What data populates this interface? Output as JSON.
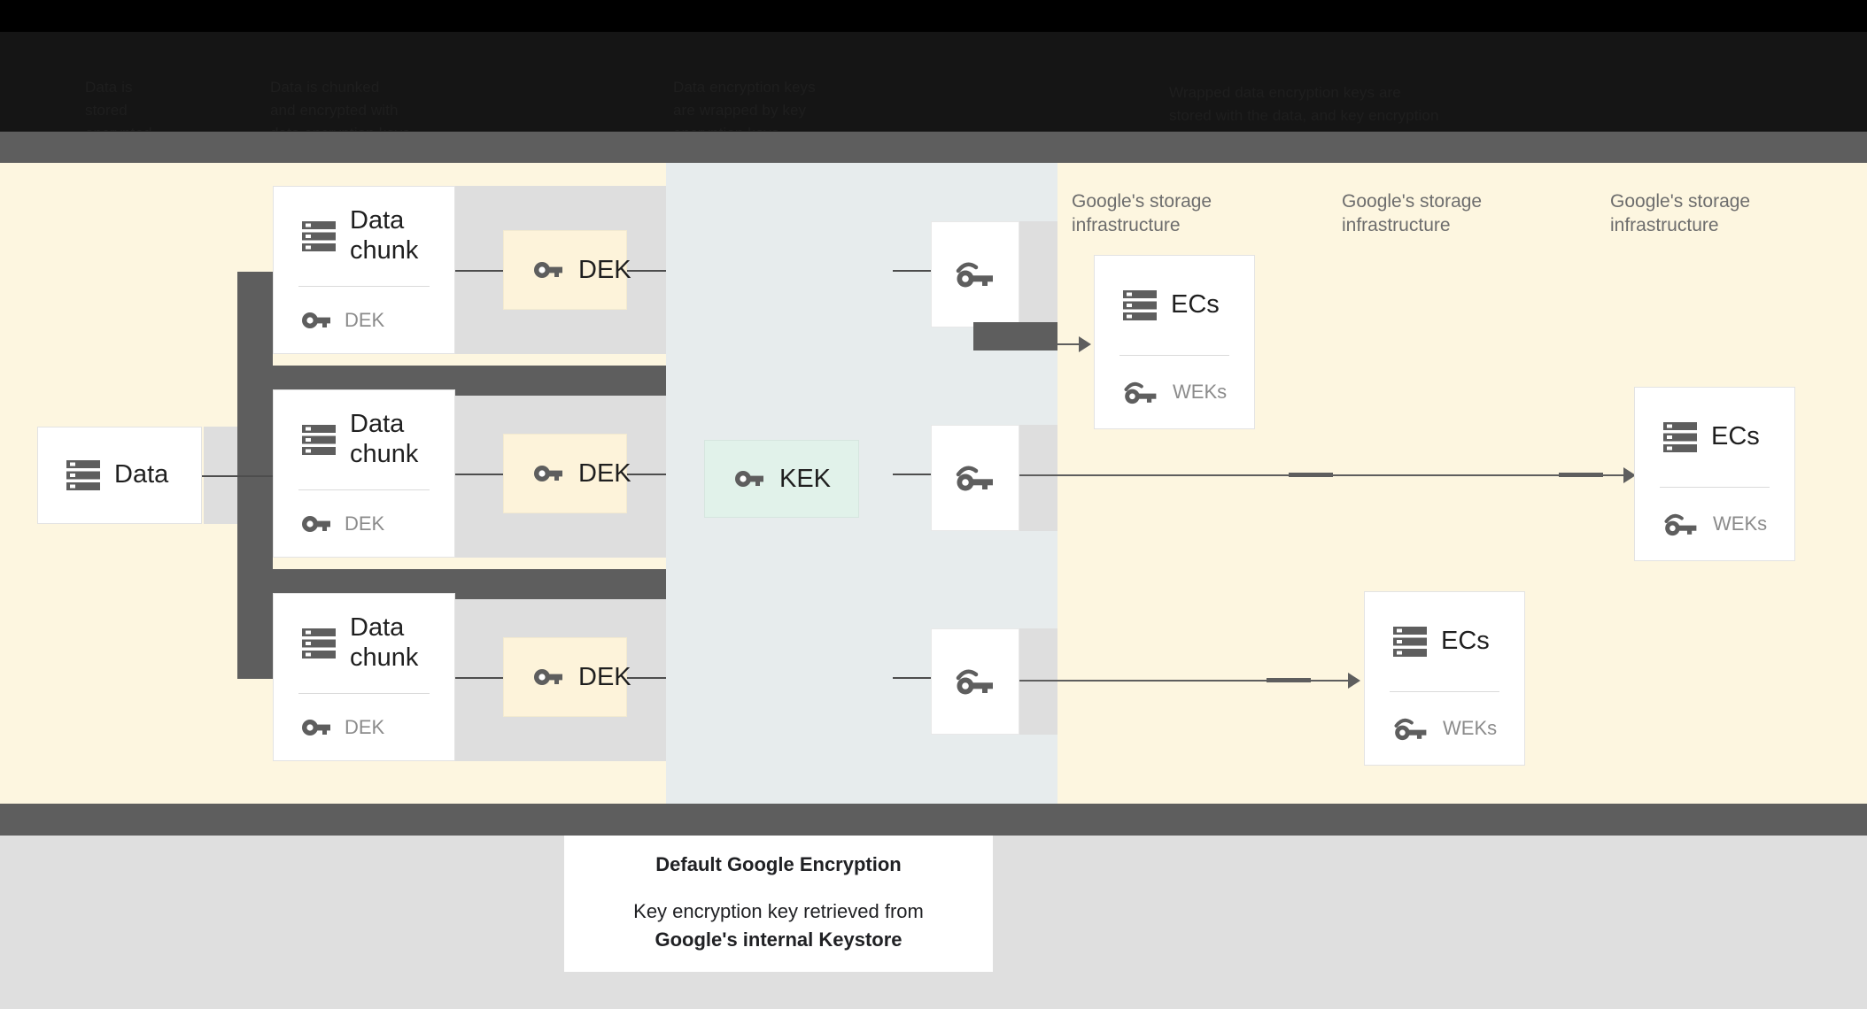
{
  "header": {
    "obscured": true,
    "col1": "Data is\nstored\nencrypted",
    "col2": "Data is chunked\nand encrypted with\ndata encryption keys",
    "col3": "Data encryption keys\nare wrapped by key\nencryption keys",
    "col4": "Wrapped data encryption keys are\nstored with the data, and key encryption\nkeys are stored in a central Keystore"
  },
  "source": {
    "label": "Data",
    "icon": "database-icon"
  },
  "chunks": [
    {
      "title": "Data chunk",
      "key_label": "DEK",
      "icon": "database-icon",
      "key_icon": "key-icon"
    },
    {
      "title": "Data chunk",
      "key_label": "DEK",
      "icon": "database-icon",
      "key_icon": "key-icon"
    },
    {
      "title": "Data chunk",
      "key_label": "DEK",
      "icon": "database-icon",
      "key_icon": "key-icon"
    }
  ],
  "deks": [
    {
      "label": "DEK",
      "icon": "key-icon"
    },
    {
      "label": "DEK",
      "icon": "key-icon"
    },
    {
      "label": "DEK",
      "icon": "key-icon"
    }
  ],
  "kek": {
    "label": "KEK",
    "icon": "key-icon"
  },
  "wrapped_keys": [
    {
      "icon": "wrapped-key-icon"
    },
    {
      "icon": "wrapped-key-icon"
    },
    {
      "icon": "wrapped-key-icon"
    }
  ],
  "storage_labels": [
    "Google's storage\ninfrastructure",
    "Google's storage\ninfrastructure",
    "Google's storage\ninfrastructure"
  ],
  "ecs_cards": [
    {
      "title": "ECs",
      "key_label": "WEKs",
      "icon": "database-icon",
      "key_icon": "wrapped-key-icon"
    },
    {
      "title": "ECs",
      "key_label": "WEKs",
      "icon": "database-icon",
      "key_icon": "wrapped-key-icon"
    },
    {
      "title": "ECs",
      "key_label": "WEKs",
      "icon": "database-icon",
      "key_icon": "wrapped-key-icon"
    }
  ],
  "caption": {
    "title": "Default Google Encryption",
    "line1": "Key encryption key retrieved from",
    "line2": "Google's internal Keystore"
  },
  "colors": {
    "cream": "#fdf6e0",
    "mid_grey": "#e7eced",
    "dek_fill": "#fdf3da",
    "kek_fill": "#e1f2ea",
    "band_grey": "#5e5e5e",
    "plate_grey": "#dedede",
    "icon_grey": "#5e5e5e",
    "page_bottom": "#dfdfdf"
  }
}
